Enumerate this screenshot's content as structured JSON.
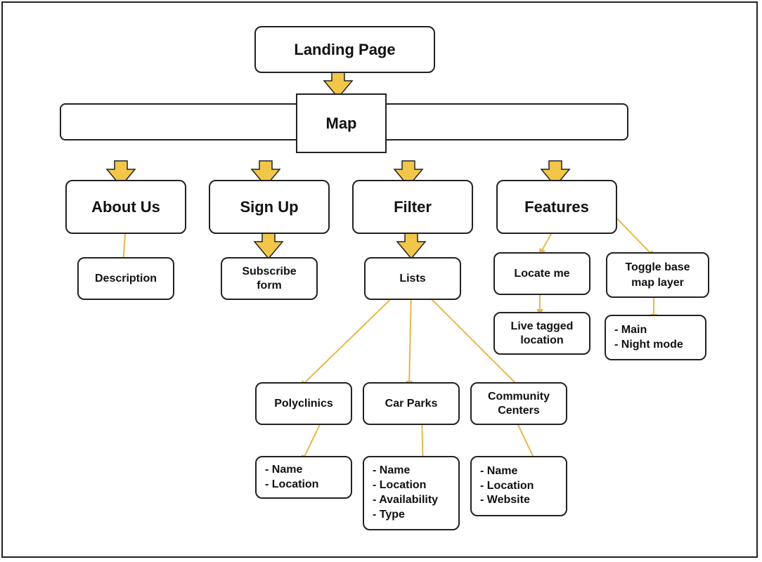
{
  "nodes": {
    "landing": "Landing Page",
    "map": "Map",
    "about": "About Us",
    "signup": "Sign Up",
    "filter": "Filter",
    "features": "Features",
    "description": "Description",
    "subscribe": "Subscribe form",
    "lists": "Lists",
    "locate": "Locate me",
    "toggle": "Toggle base map layer",
    "live": "Live tagged location",
    "polyclinics": "Polyclinics",
    "carparks": "Car Parks",
    "community": "Community Centers"
  },
  "details": {
    "toggle": [
      "Main",
      "Night mode"
    ],
    "polyclinics": [
      "Name",
      "Location"
    ],
    "carparks": [
      "Name",
      "Location",
      "Availability",
      "Type"
    ],
    "community": [
      "Name",
      "Location",
      "Website"
    ]
  },
  "colors": {
    "arrow": "#f2c649",
    "arrow_stroke": "#222222",
    "line": "#e8b84a"
  }
}
